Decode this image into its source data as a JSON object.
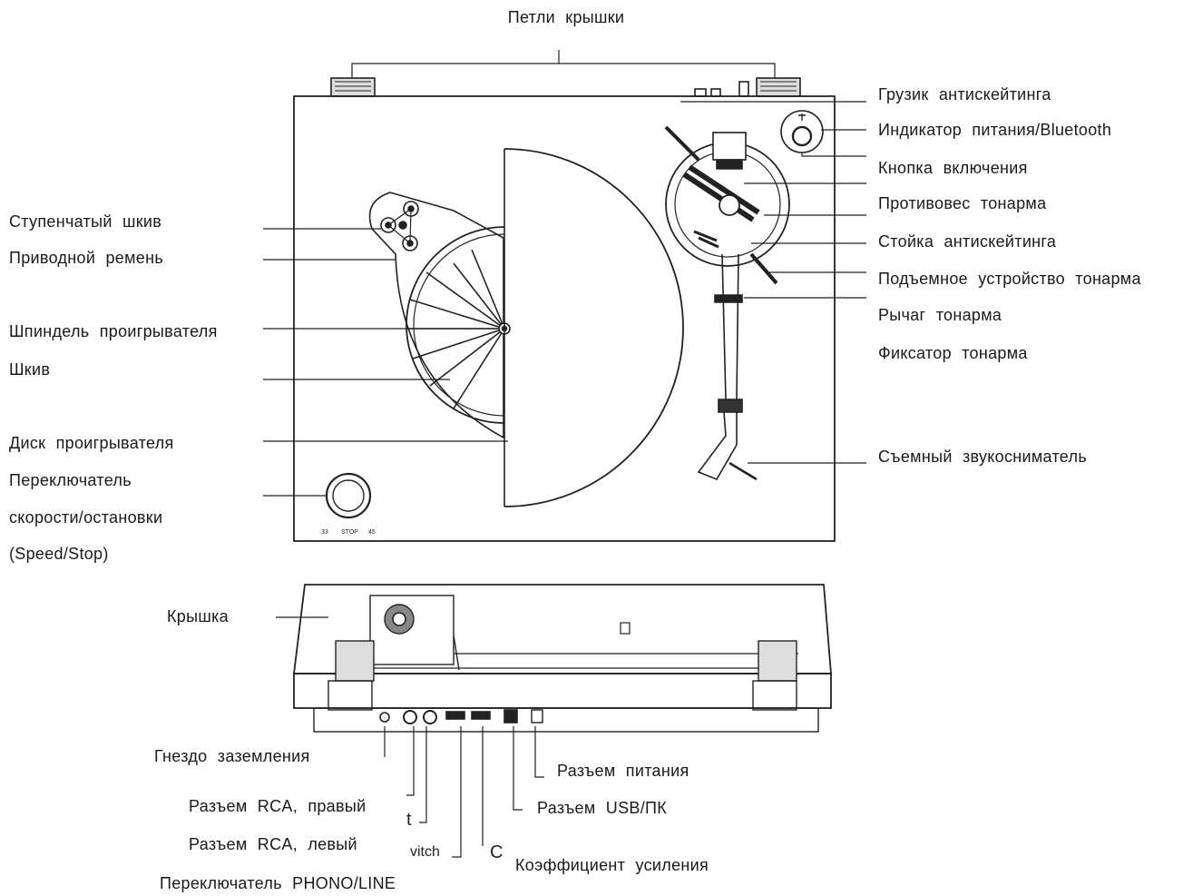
{
  "labels": {
    "lid_hinges": "Петли крышки",
    "antiskate_weight": "Грузик антискейтинга",
    "power_bt_indicator": "Индикатор питания/Bluetooth",
    "power_button": "Кнопка включения",
    "counterweight": "Противовес тонарма",
    "antiskate_post": "Стойка антискейтинга",
    "tonearm_lift": "Подъемное устройство тонарма",
    "tonearm_lever": "Рычаг тонарма",
    "tonearm_clamp": "Фиксатор тонарма",
    "cartridge": "Съемный звукосниматель",
    "step_pulley": "Ступенчатый шкив",
    "drive_belt": "Приводной ремень",
    "spindle": "Шпиндель проигрывателя",
    "pulley": "Шкив",
    "platter": "Диск проигрывателя",
    "speed_switch_1": "Переключатель",
    "speed_switch_2": "скорости/остановки",
    "speed_switch_3": "(Speed/Stop)",
    "lid": "Крышка",
    "ground_jack": "Гнездо заземления",
    "power_jack": "Разъем питания",
    "rca_right": "Разъем RCA, правый",
    "usb_pc": "Разъем USB/ПК",
    "rca_left": "Разъем RCA, левый",
    "gain": "Коэффициент усиления",
    "phono_line": "Переключатель PHONO/LINE"
  },
  "fragments": {
    "frag_t": "t",
    "frag_vitch": "vitch",
    "frag_c": "C"
  },
  "device_text": {
    "speed_33": "33",
    "speed_stop": "STOP",
    "speed_45": "45"
  }
}
